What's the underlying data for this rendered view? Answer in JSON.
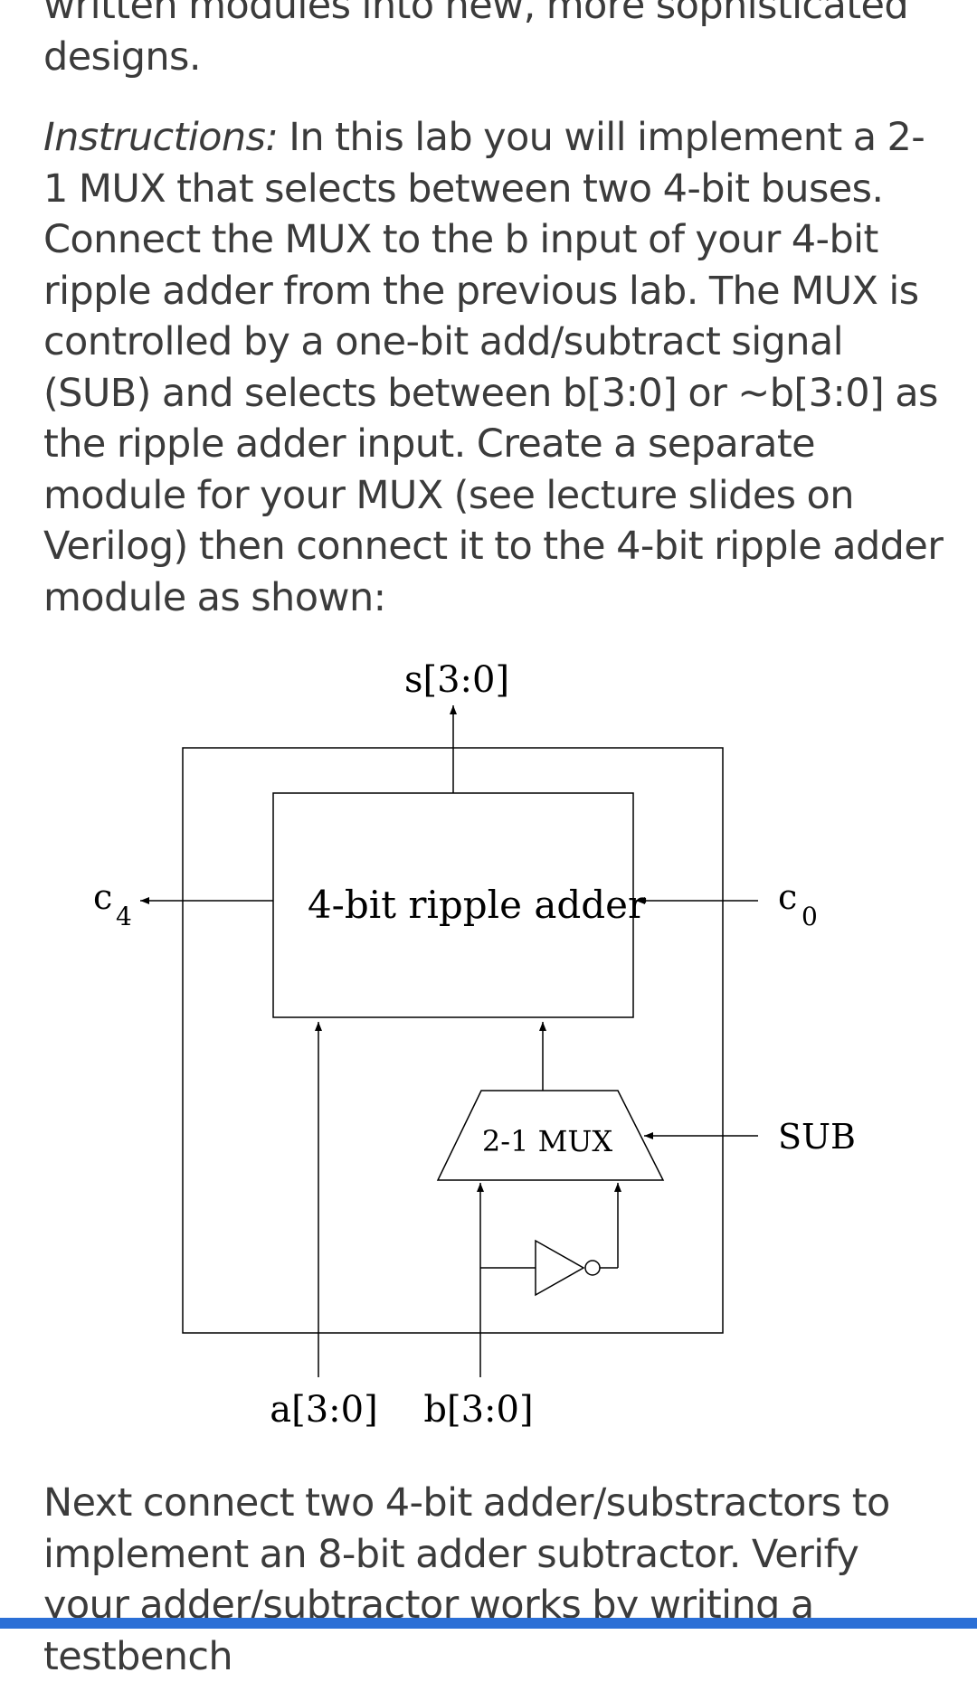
{
  "intro": {
    "text": "written modules into new, more sophisticated designs."
  },
  "instructions": {
    "label": "Instructions:",
    "text": " In this lab you will implement a 2-1 MUX that selects between two 4-bit buses. Connect the MUX to the b input of your 4-bit ripple adder from the previous lab. The MUX is controlled by a one-bit add/subtract signal (SUB) and selects between b[3:0] or ~b[3:0] as the ripple adder input. Create a separate module for your MUX (see lecture slides on Verilog) then connect it to the 4-bit ripple adder module as shown:"
  },
  "diagram": {
    "output_label": "s[3:0]",
    "adder_label": "4-bit ripple adder",
    "mux_label": "2-1 MUX",
    "carry_out": {
      "letter": "c",
      "index": "4"
    },
    "carry_in": {
      "letter": "c",
      "index": "0"
    },
    "sub_label": "SUB",
    "input_a_label": "a[3:0]",
    "input_b_label": "b[3:0]"
  },
  "next": {
    "text": "Next connect two 4-bit adder/substractors to implement an 8-bit adder subtractor. Verify your adder/subtractor works by writing a testbench"
  },
  "colors": {
    "text": "#3b3b3b",
    "diagram_stroke": "#000000",
    "bottom_bar": "#2b6fd6"
  }
}
